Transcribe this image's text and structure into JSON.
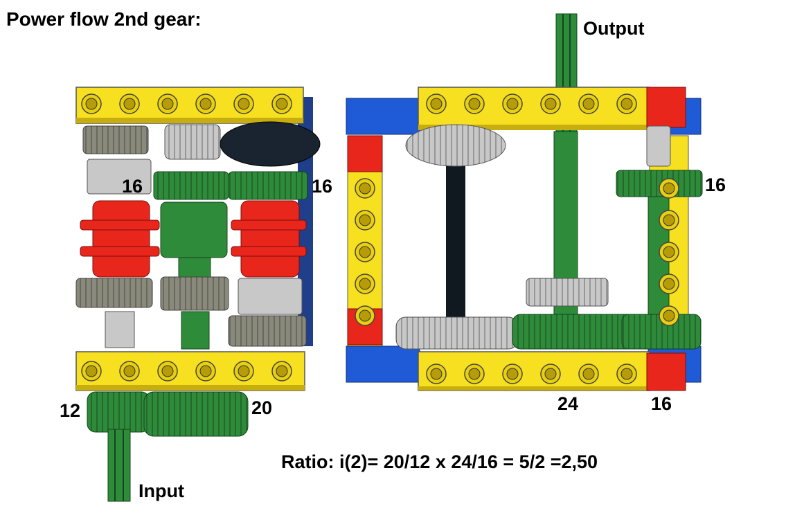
{
  "title": "Power flow 2nd gear:",
  "labels": {
    "output": "Output",
    "input": "Input",
    "left_gear_16_inner": "16",
    "left_gear_16_outer": "16",
    "right_gear_16_upper": "16",
    "input_gear_12": "12",
    "input_gear_20": "20",
    "output_gear_24": "24",
    "output_gear_16": "16"
  },
  "ratio": "Ratio: i(2)= 20/12 x 24/16 = 5/2 =2,50",
  "colors": {
    "beam_yellow": "#f7e020",
    "connector_red": "#e8261c",
    "connector_blue": "#1f5bd6",
    "gear_green": "#2e8b3a",
    "gear_grey_dark": "#8a8a7c",
    "gear_grey_light": "#c8c8c8",
    "gear_black": "#1a2430",
    "axle_green": "#2e8b3a",
    "axle_black": "#101820"
  }
}
